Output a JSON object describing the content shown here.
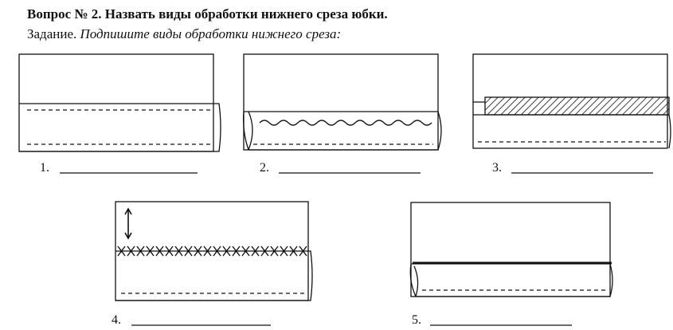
{
  "question": {
    "title": "Вопрос № 2. Назвать виды обработки нижнего среза юбки."
  },
  "task": {
    "prefix": "Задание.",
    "instruction": "Подпишите виды обработки нижнего среза:"
  },
  "figures": [
    {
      "label": "1."
    },
    {
      "label": "2."
    },
    {
      "label": "3."
    },
    {
      "label": "4."
    },
    {
      "label": "5."
    }
  ]
}
